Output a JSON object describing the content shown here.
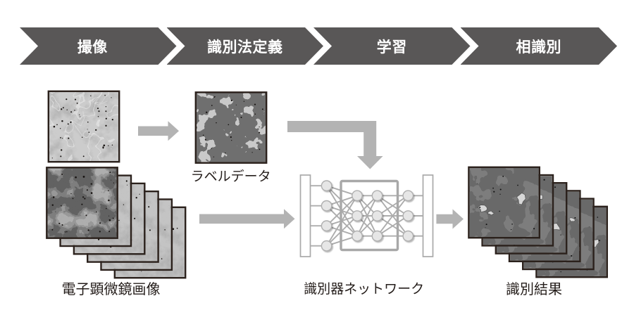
{
  "banner": {
    "background": "#595757",
    "text_color": "#ffffff",
    "steps": [
      {
        "label": "撮像"
      },
      {
        "label": "識別法定義"
      },
      {
        "label": "学習"
      },
      {
        "label": "相識別"
      }
    ]
  },
  "items": {
    "micrograph": {
      "caption": "電子顕微鏡画像"
    },
    "label_data": {
      "caption": "ラベルデータ"
    },
    "network": {
      "caption": "識別器ネットワーク"
    },
    "results": {
      "caption": "識別結果"
    }
  },
  "colors": {
    "arrow": "#b3b3b3",
    "network_line": "#adadad",
    "image_border": "#2b211c",
    "caption_text": "#251e1b",
    "background": "#ffffff"
  }
}
